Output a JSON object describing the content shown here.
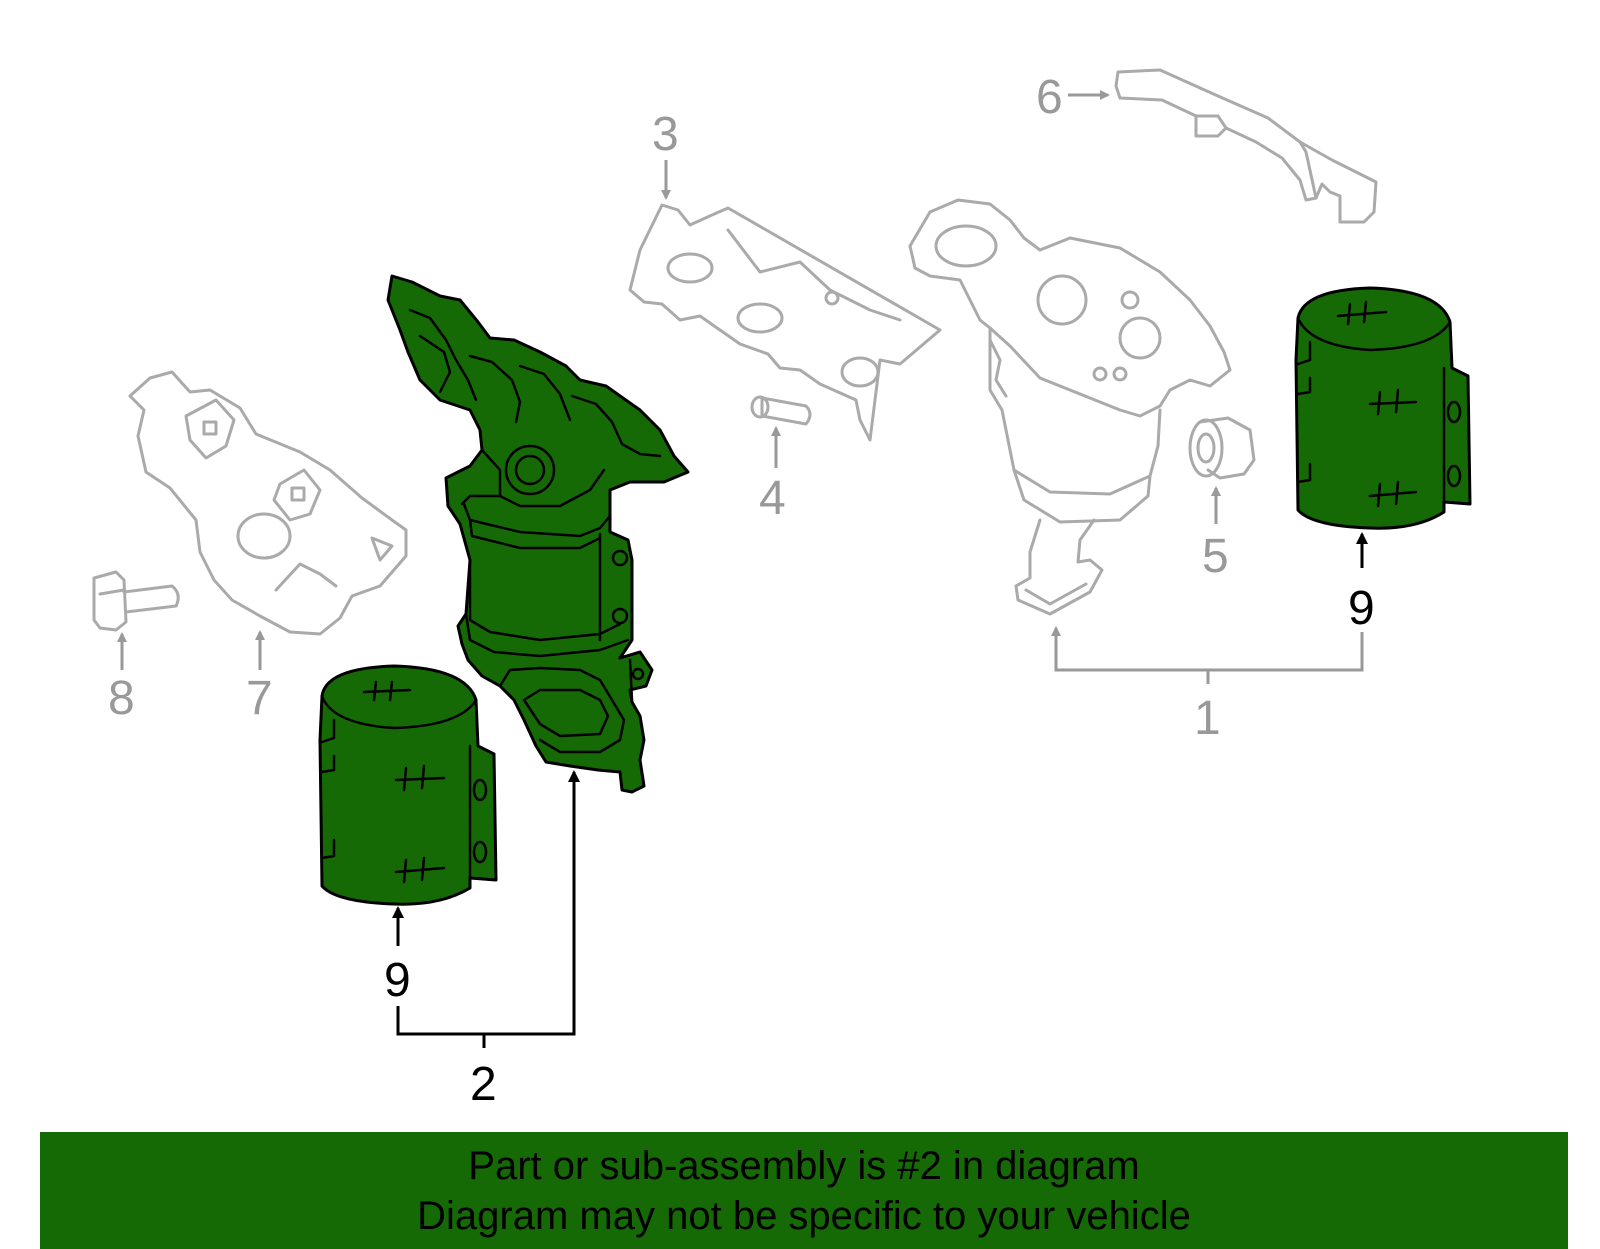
{
  "diagram": {
    "callouts": [
      {
        "id": "1",
        "label": "1",
        "highlighted": false
      },
      {
        "id": "2",
        "label": "2",
        "highlighted": true
      },
      {
        "id": "3",
        "label": "3",
        "highlighted": false
      },
      {
        "id": "4",
        "label": "4",
        "highlighted": false
      },
      {
        "id": "5",
        "label": "5",
        "highlighted": false
      },
      {
        "id": "6",
        "label": "6",
        "highlighted": false
      },
      {
        "id": "7",
        "label": "7",
        "highlighted": false
      },
      {
        "id": "8",
        "label": "8",
        "highlighted": false
      },
      {
        "id": "9a",
        "label": "9",
        "highlighted": true
      },
      {
        "id": "9b",
        "label": "9",
        "highlighted": true
      }
    ]
  },
  "colors": {
    "highlight_fill": "#156a05",
    "ghost_stroke": "#aaaaaa",
    "banner_bg": "#156a05",
    "text_highlighted": "#000000",
    "text_ghost": "#999999"
  },
  "banner": {
    "line1": "Part or sub-assembly is #2 in diagram",
    "line2": "Diagram may not be specific to your vehicle"
  }
}
